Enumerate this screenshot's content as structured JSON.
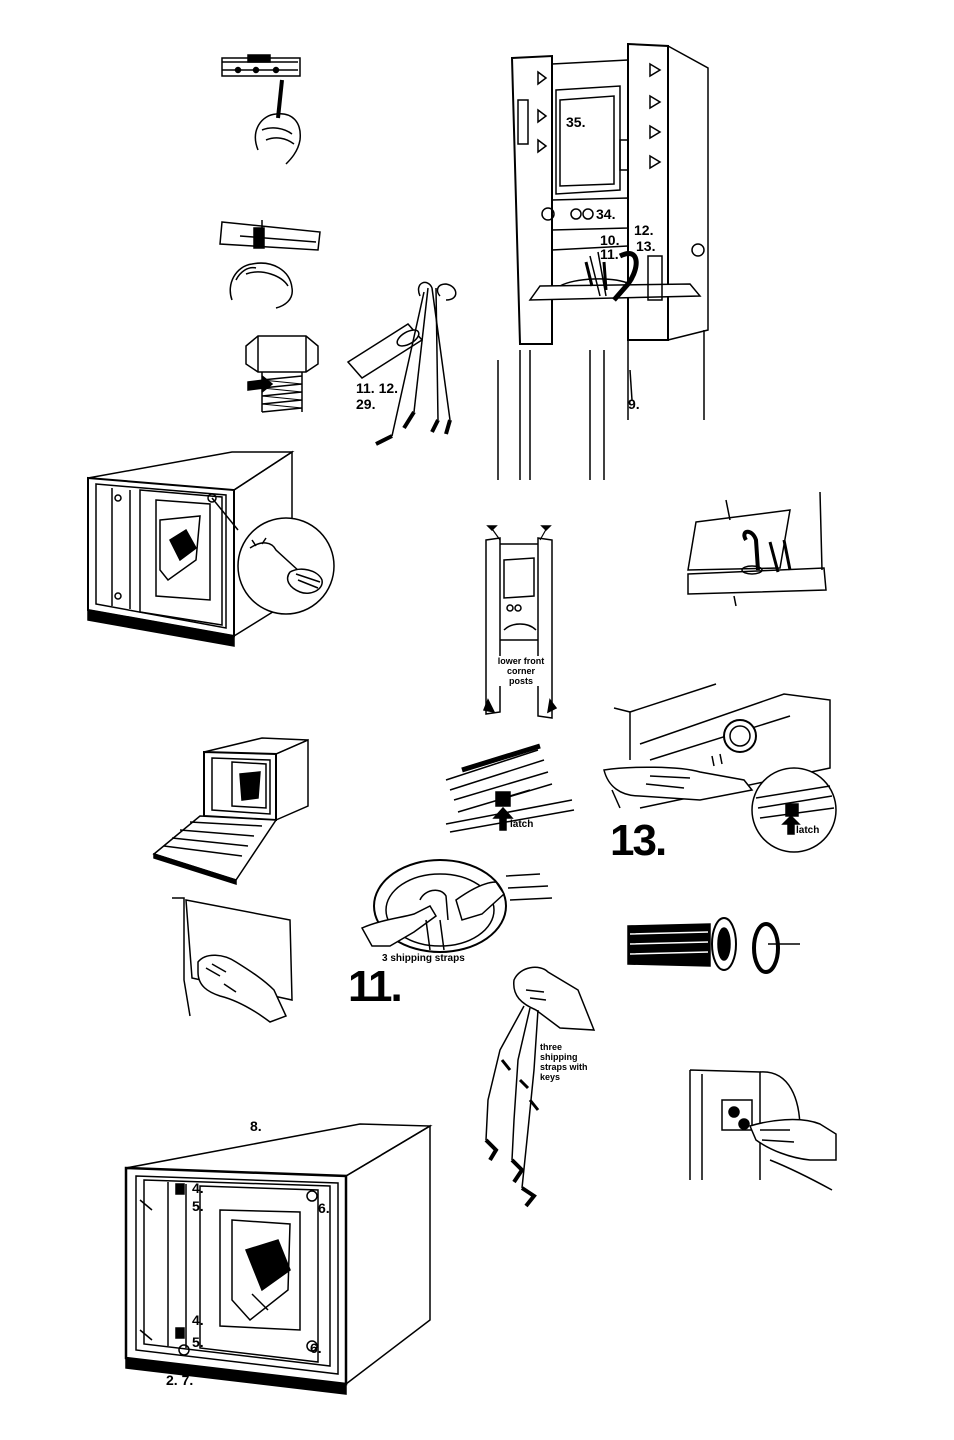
{
  "labels": {
    "n35": "35.",
    "n34": "34.",
    "n12a": "12.",
    "n10": "10.",
    "n13a": "13.",
    "n11a": "11.",
    "n9": "9.",
    "n11b": "11. 12.",
    "n29": "29.",
    "lower_posts": "lower front corner posts",
    "latch_a": "latch",
    "latch_b": "latch",
    "big13": "13.",
    "big11": "11.",
    "ship3": "3 shipping straps",
    "three_straps": "three shipping straps with keys",
    "n8": "8.",
    "n4a": "4.",
    "n5a": "5.",
    "n6a": "6.",
    "n4b": "4.",
    "n5b": "5.",
    "n6b": "6.",
    "n27": "2. 7."
  },
  "colors": {
    "ink": "#000000",
    "paper": "#ffffff"
  }
}
